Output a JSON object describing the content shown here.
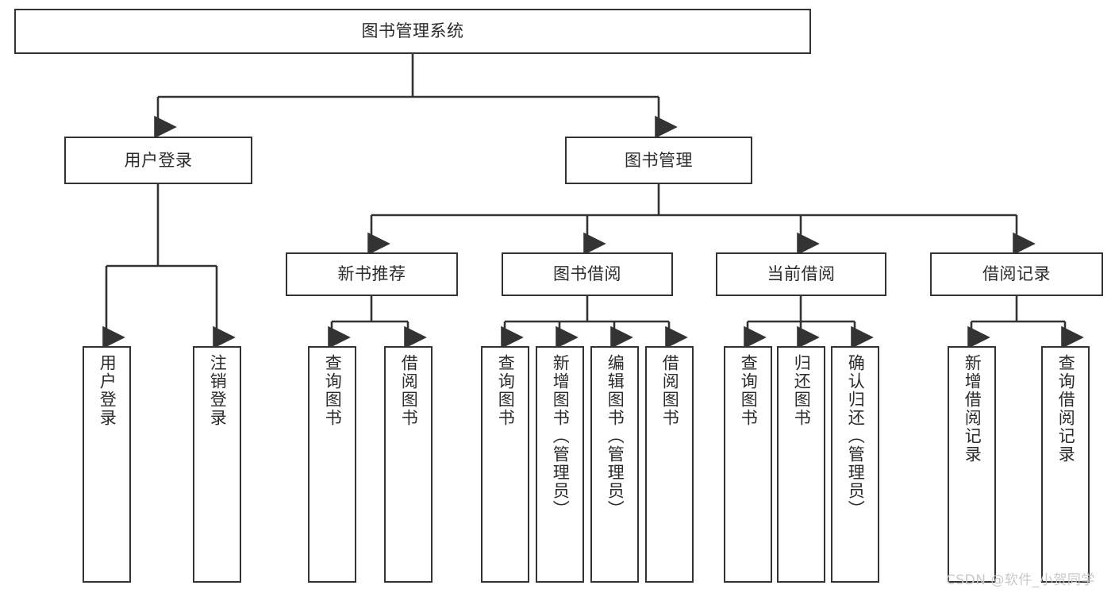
{
  "diagram": {
    "type": "tree-hierarchy-chart",
    "orientation": "top-down",
    "root": {
      "id": "root",
      "label": "图书管理系统"
    },
    "level1": [
      {
        "id": "user-login",
        "label": "用户登录"
      },
      {
        "id": "book-management",
        "label": "图书管理"
      }
    ],
    "level2": [
      {
        "id": "new-book-recommend",
        "label": "新书推荐",
        "parent": "book-management"
      },
      {
        "id": "book-borrow",
        "label": "图书借阅",
        "parent": "book-management"
      },
      {
        "id": "current-borrow",
        "label": "当前借阅",
        "parent": "book-management"
      },
      {
        "id": "borrow-record",
        "label": "借阅记录",
        "parent": "book-management"
      }
    ],
    "leaves": [
      {
        "id": "leaf-user-login",
        "label": "用户登录",
        "parent": "user-login"
      },
      {
        "id": "leaf-user-logout",
        "label": "注销登录",
        "parent": "user-login"
      },
      {
        "id": "leaf-query-book-1",
        "label": "查询图书",
        "parent": "new-book-recommend"
      },
      {
        "id": "leaf-borrow-book-1",
        "label": "借阅图书",
        "parent": "new-book-recommend"
      },
      {
        "id": "leaf-query-book-2",
        "label": "查询图书",
        "parent": "book-borrow"
      },
      {
        "id": "leaf-add-book",
        "label": "新增图书（管理员）",
        "parent": "book-borrow"
      },
      {
        "id": "leaf-edit-book",
        "label": "编辑图书（管理员）",
        "parent": "book-borrow"
      },
      {
        "id": "leaf-borrow-book-2",
        "label": "借阅图书",
        "parent": "book-borrow"
      },
      {
        "id": "leaf-query-book-3",
        "label": "查询图书",
        "parent": "current-borrow"
      },
      {
        "id": "leaf-return-book",
        "label": "归还图书",
        "parent": "current-borrow"
      },
      {
        "id": "leaf-confirm-return",
        "label": "确认归还（管理员）",
        "parent": "current-borrow"
      },
      {
        "id": "leaf-add-record",
        "label": "新增借阅记录",
        "parent": "borrow-record"
      },
      {
        "id": "leaf-query-record",
        "label": "查询借阅记录",
        "parent": "borrow-record"
      }
    ]
  },
  "watermark": {
    "text": "CSDN @软件_小贺同学"
  },
  "colors": {
    "border": "#333333",
    "text": "#2b2b2b",
    "background": "#ffffff",
    "watermark": "#c9c9c9"
  }
}
